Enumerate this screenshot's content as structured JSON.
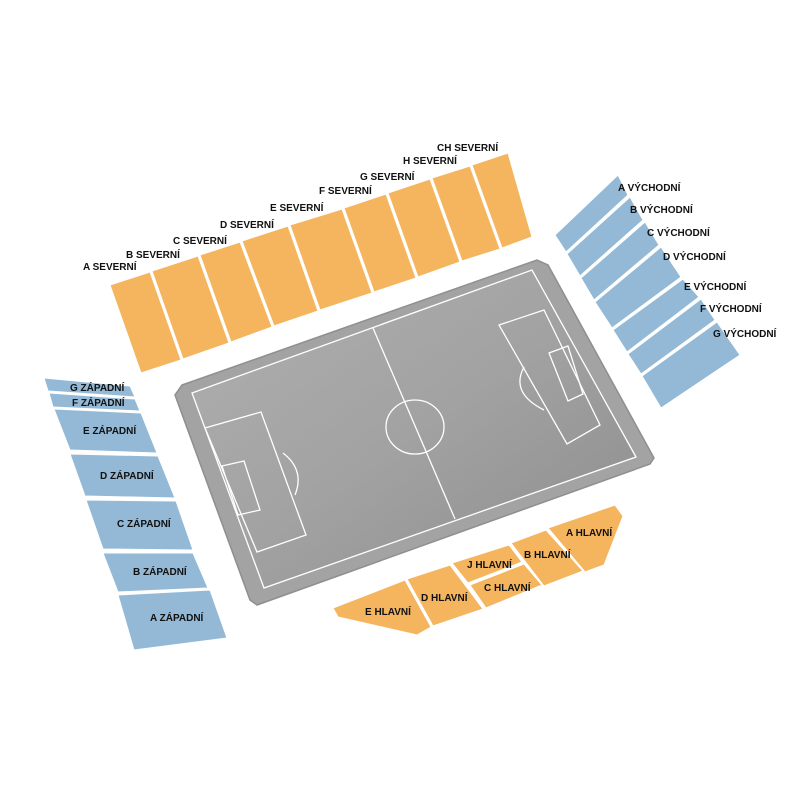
{
  "map": {
    "colors": {
      "orange_sector": "#f5b55f",
      "blue_sector": "#93b9d6",
      "pitch_surround": "#a8a8a8",
      "pitch": "#9a9a9a",
      "line": "#ffffff"
    },
    "north_stand": [
      "A SEVERNÍ",
      "B SEVERNÍ",
      "C SEVERNÍ",
      "D SEVERNÍ",
      "E SEVERNÍ",
      "F SEVERNÍ",
      "G SEVERNÍ",
      "H SEVERNÍ",
      "CH SEVERNÍ"
    ],
    "east_stand": [
      "A VÝCHODNÍ",
      "B VÝCHODNÍ",
      "C VÝCHODNÍ",
      "D VÝCHODNÍ",
      "E VÝCHODNÍ",
      "F VÝCHODNÍ",
      "G VÝCHODNÍ"
    ],
    "west_stand": [
      "G ZÁPADNÍ",
      "F ZÁPADNÍ",
      "E ZÁPADNÍ",
      "D ZÁPADNÍ",
      "C ZÁPADNÍ",
      "B ZÁPADNÍ",
      "A ZÁPADNÍ"
    ],
    "main_stand": [
      "E HLAVNÍ",
      "D HLAVNÍ",
      "J HLAVNÍ",
      "C HLAVNÍ",
      "B HLAVNÍ",
      "A HLAVNÍ"
    ]
  }
}
